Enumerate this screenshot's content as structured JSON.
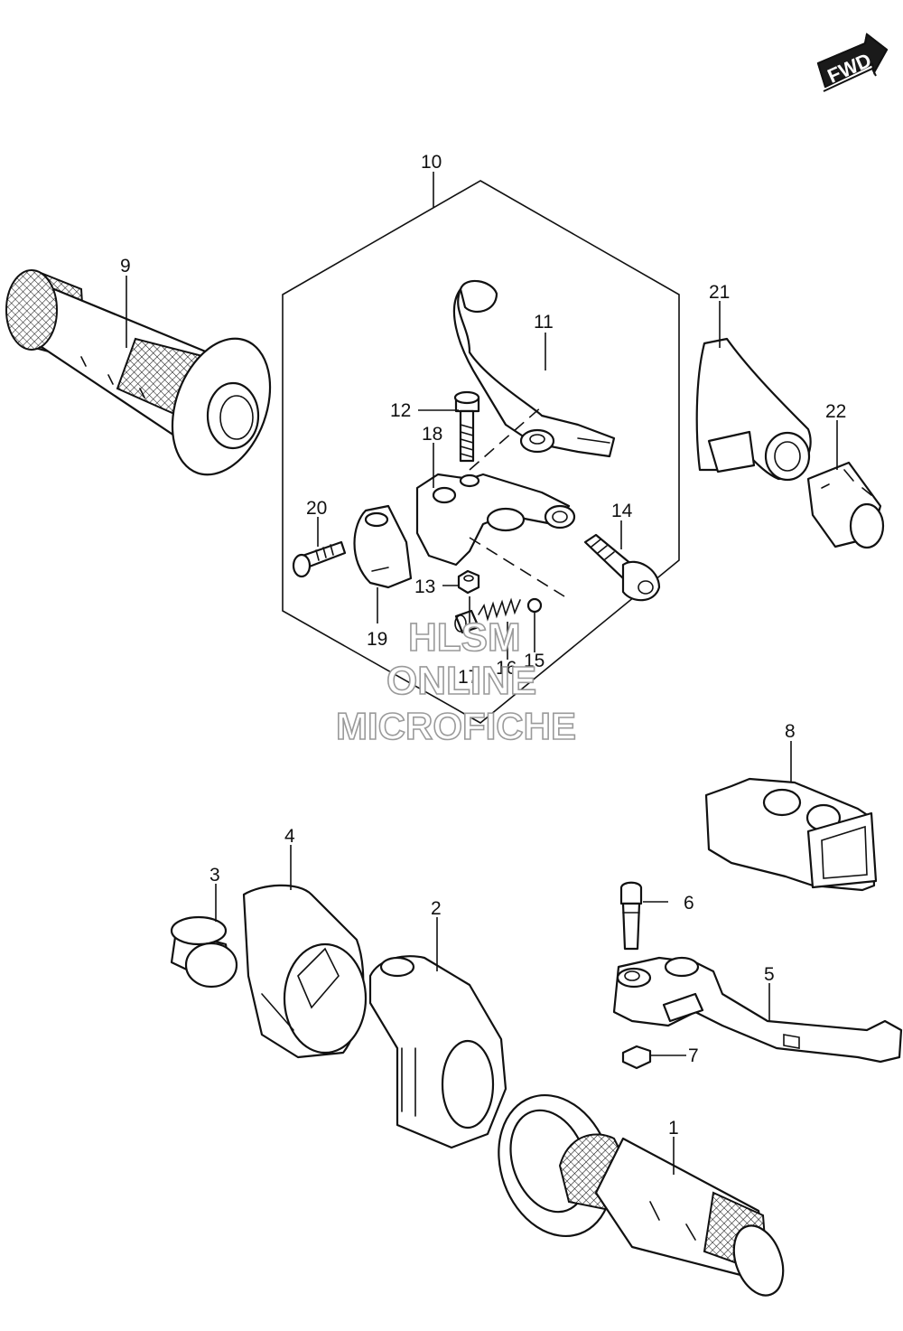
{
  "badge": {
    "text": "FWD"
  },
  "callouts": {
    "c1": "1",
    "c2": "2",
    "c3": "3",
    "c4": "4",
    "c5": "5",
    "c6": "6",
    "c7": "7",
    "c8": "8",
    "c9": "9",
    "c10": "10",
    "c11": "11",
    "c12": "12",
    "c13": "13",
    "c14": "14",
    "c15": "15",
    "c16": "16",
    "c17": "17",
    "c18": "18",
    "c19": "19",
    "c20": "20",
    "c21": "21",
    "c22": "22"
  },
  "watermark": {
    "line1": "HLSM",
    "line2": "ONLINE",
    "line3": "MICROFICHE"
  },
  "colors": {
    "ink": "#111111",
    "paper": "#ffffff",
    "watermark": "#9a9a9a"
  }
}
